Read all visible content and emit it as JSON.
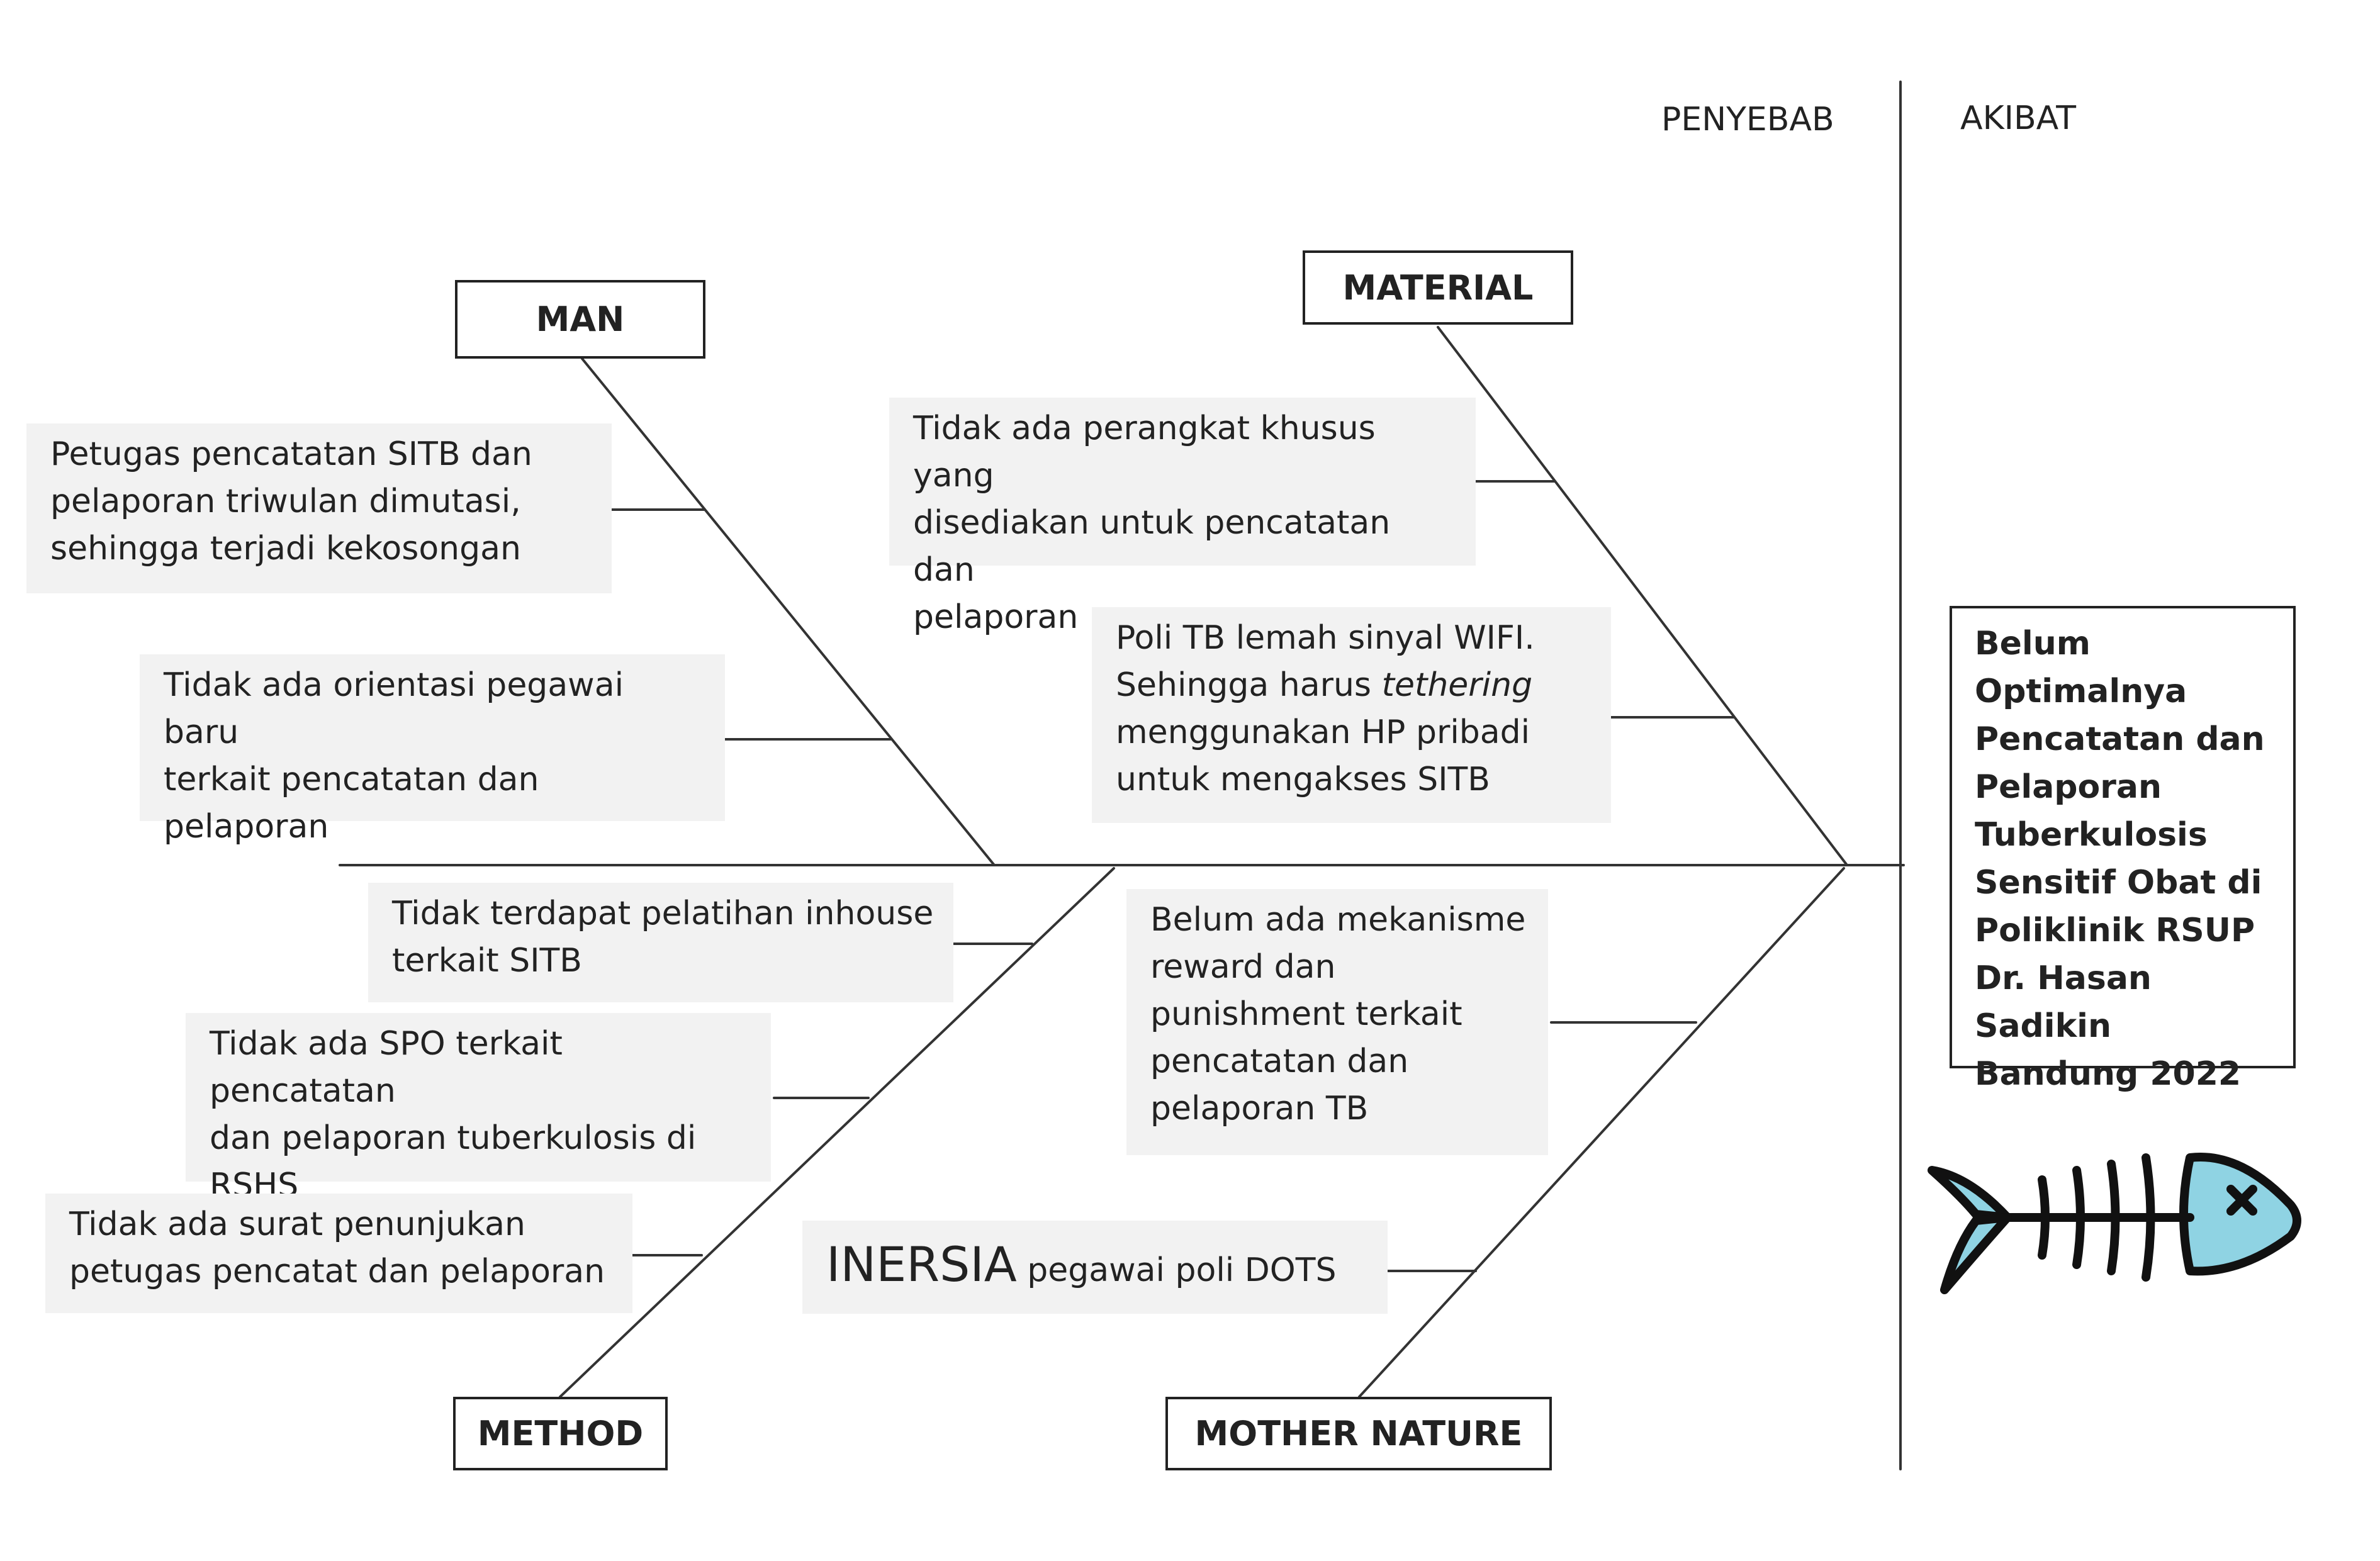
{
  "headers": {
    "cause": "PENYEBAB",
    "effect": "AKIBAT"
  },
  "categories": {
    "man": "MAN",
    "material": "MATERIAL",
    "method": "METHOD",
    "mother_nature": "MOTHER NATURE"
  },
  "causes": {
    "man_1": "Petugas pencatatan SITB dan\npelaporan triwulan dimutasi,\nsehingga terjadi kekosongan",
    "man_2": "Tidak ada orientasi pegawai baru\nterkait pencatatan dan\npelaporan",
    "material_1": "Tidak ada perangkat khusus yang\ndisediakan untuk pencatatan dan\npelaporan",
    "material_2_a": "Poli TB lemah sinyal WIFI.\nSehingga harus ",
    "material_2_b": "tethering",
    "material_2_c": "\nmenggunakan HP pribadi\nuntuk mengakses SITB",
    "method_1": "Tidak terdapat pelatihan inhouse\nterkait SITB",
    "method_2": "Tidak ada SPO terkait pencatatan\ndan pelaporan tuberkulosis di\nRSHS",
    "method_3": "Tidak ada surat penunjukan\npetugas pencatat dan pelaporan",
    "nature_1": "Belum ada mekanisme\nreward dan\npunishment terkait\npencatatan dan\npelaporan TB",
    "nature_2_big": "INERSIA",
    "nature_2_small": " pegawai poli DOTS"
  },
  "effect": {
    "text": "Belum\nOptimalnya\nPencatatan dan\nPelaporan\nTuberkulosis\nSensitif Obat di\nPoliklinik RSUP\nDr. Hasan Sadikin\nBandung 2022"
  },
  "colors": {
    "line": "#333333",
    "cause_bg": "#f2f2f2",
    "fish_fill": "#8fd3e3",
    "fish_outline": "#111111"
  },
  "icons": {
    "fish": "fish-skeleton-icon"
  }
}
